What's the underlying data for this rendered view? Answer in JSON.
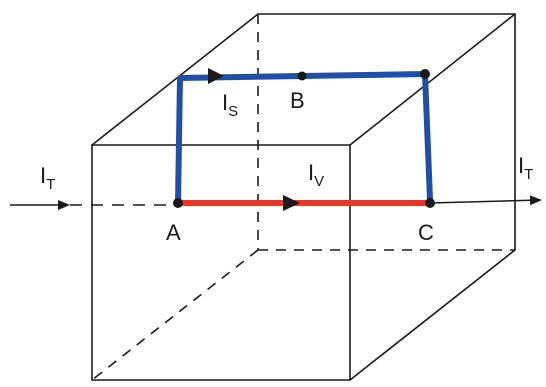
{
  "labels": {
    "it_left": {
      "main": "I",
      "sub": "T"
    },
    "it_right": {
      "main": "I",
      "sub": "T"
    },
    "is": {
      "main": "I",
      "sub": "S"
    },
    "iv": {
      "main": "I",
      "sub": "V"
    },
    "a": "A",
    "b": "B",
    "c": "C"
  },
  "colors": {
    "surface_path": "#1f4fa8",
    "volume_path": "#e8372a",
    "outline": "#1a1a1a"
  }
}
